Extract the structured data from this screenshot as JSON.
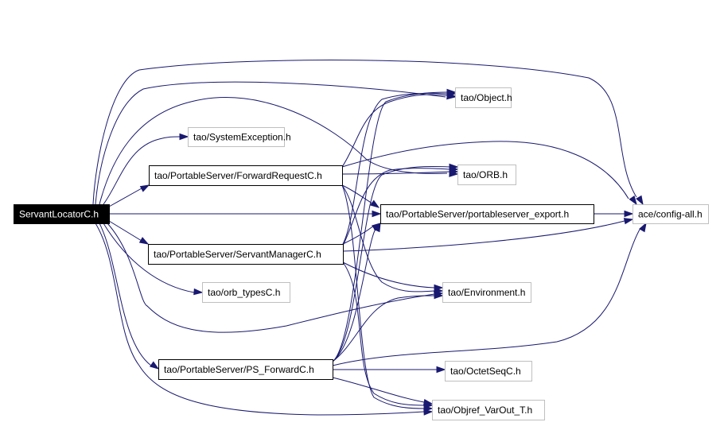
{
  "diagram": {
    "type": "include-dependency-graph",
    "colors": {
      "edge": "#191970",
      "root_fill": "#000000",
      "root_text": "#ffffff",
      "documented_border": "#000000",
      "undocumented_border": "#bfbfbf"
    },
    "nodes": [
      {
        "id": "servantlocator",
        "label": "ServantLocatorC.h",
        "kind": "root"
      },
      {
        "id": "systemexception",
        "label": "tao/SystemException.h",
        "kind": "external"
      },
      {
        "id": "forwardrequest",
        "label": "tao/PortableServer/ForwardRequestC.h",
        "kind": "documented"
      },
      {
        "id": "object",
        "label": "tao/Object.h",
        "kind": "external"
      },
      {
        "id": "orb",
        "label": "tao/ORB.h",
        "kind": "external"
      },
      {
        "id": "psexport",
        "label": "tao/PortableServer/portableserver_export.h",
        "kind": "documented"
      },
      {
        "id": "configall",
        "label": "ace/config-all.h",
        "kind": "external"
      },
      {
        "id": "servantmanager",
        "label": "tao/PortableServer/ServantManagerC.h",
        "kind": "documented"
      },
      {
        "id": "orbtypes",
        "label": "tao/orb_typesC.h",
        "kind": "external"
      },
      {
        "id": "environment",
        "label": "tao/Environment.h",
        "kind": "external"
      },
      {
        "id": "psforward",
        "label": "tao/PortableServer/PS_ForwardC.h",
        "kind": "documented"
      },
      {
        "id": "octetseq",
        "label": "tao/OctetSeqC.h",
        "kind": "external"
      },
      {
        "id": "objref",
        "label": "tao/Objref_VarOut_T.h",
        "kind": "external"
      }
    ],
    "edges": [
      {
        "from": "servantlocator",
        "to": "configall"
      },
      {
        "from": "servantlocator",
        "to": "object"
      },
      {
        "from": "servantlocator",
        "to": "orb"
      },
      {
        "from": "servantlocator",
        "to": "systemexception"
      },
      {
        "from": "servantlocator",
        "to": "forwardrequest"
      },
      {
        "from": "servantlocator",
        "to": "psexport"
      },
      {
        "from": "servantlocator",
        "to": "servantmanager"
      },
      {
        "from": "servantlocator",
        "to": "orbtypes"
      },
      {
        "from": "servantlocator",
        "to": "environment"
      },
      {
        "from": "servantlocator",
        "to": "psforward"
      },
      {
        "from": "servantlocator",
        "to": "objref"
      },
      {
        "from": "forwardrequest",
        "to": "object"
      },
      {
        "from": "forwardrequest",
        "to": "orb"
      },
      {
        "from": "forwardrequest",
        "to": "psexport"
      },
      {
        "from": "forwardrequest",
        "to": "configall"
      },
      {
        "from": "forwardrequest",
        "to": "environment"
      },
      {
        "from": "forwardrequest",
        "to": "objref"
      },
      {
        "from": "servantmanager",
        "to": "object"
      },
      {
        "from": "servantmanager",
        "to": "orb"
      },
      {
        "from": "servantmanager",
        "to": "psexport"
      },
      {
        "from": "servantmanager",
        "to": "configall"
      },
      {
        "from": "servantmanager",
        "to": "environment"
      },
      {
        "from": "servantmanager",
        "to": "objref"
      },
      {
        "from": "psforward",
        "to": "object"
      },
      {
        "from": "psforward",
        "to": "orb"
      },
      {
        "from": "psforward",
        "to": "psexport"
      },
      {
        "from": "psforward",
        "to": "configall"
      },
      {
        "from": "psforward",
        "to": "environment"
      },
      {
        "from": "psforward",
        "to": "octetseq"
      },
      {
        "from": "psforward",
        "to": "objref"
      },
      {
        "from": "psexport",
        "to": "configall"
      }
    ]
  }
}
